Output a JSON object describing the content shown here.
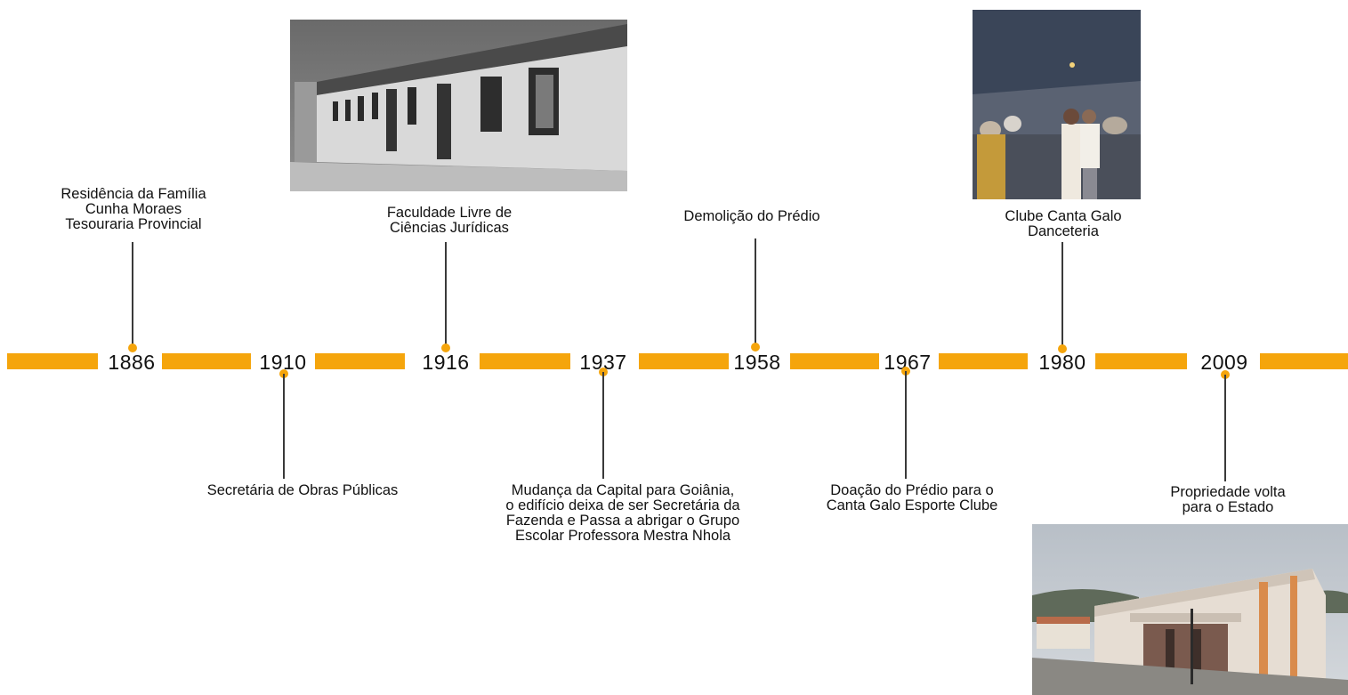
{
  "timeline": {
    "colors": {
      "bar": "#f5a50c",
      "stem": "#3a3a3a",
      "text": "#111111"
    },
    "events": [
      {
        "year": "1886",
        "position": "above",
        "lines": [
          "Residência da Família",
          "Cunha Moraes",
          "Tesouraria Provincial"
        ]
      },
      {
        "year": "1910",
        "position": "below",
        "lines": [
          "Secretária de Obras Públicas"
        ]
      },
      {
        "year": "1916",
        "position": "above",
        "lines": [
          "Faculdade Livre de",
          "Ciências Jurídicas"
        ]
      },
      {
        "year": "1937",
        "position": "below",
        "lines": [
          "Mudança da Capital para Goiânia,",
          "o edifício deixa de ser Secretária da",
          "Fazenda e Passa a abrigar o Grupo",
          "Escolar Professora Mestra Nhola"
        ]
      },
      {
        "year": "1958",
        "position": "above",
        "lines": [
          "Demolição do Prédio"
        ]
      },
      {
        "year": "1967",
        "position": "below",
        "lines": [
          "Doação do Prédio para o",
          "Canta Galo Esporte Clube"
        ]
      },
      {
        "year": "1980",
        "position": "above",
        "lines": [
          "Clube Canta Galo",
          "Danceteria"
        ]
      },
      {
        "year": "2009",
        "position": "below",
        "lines": [
          "Propriedade volta",
          "para o Estado"
        ]
      }
    ],
    "photos": [
      {
        "name": "historic-building-photo",
        "depicts": "black-and-white photograph of colonial building facade"
      },
      {
        "name": "dance-club-photo",
        "depicts": "color photograph of couple dancing at club"
      },
      {
        "name": "current-building-photo",
        "depicts": "color photograph of current building on street"
      }
    ]
  }
}
